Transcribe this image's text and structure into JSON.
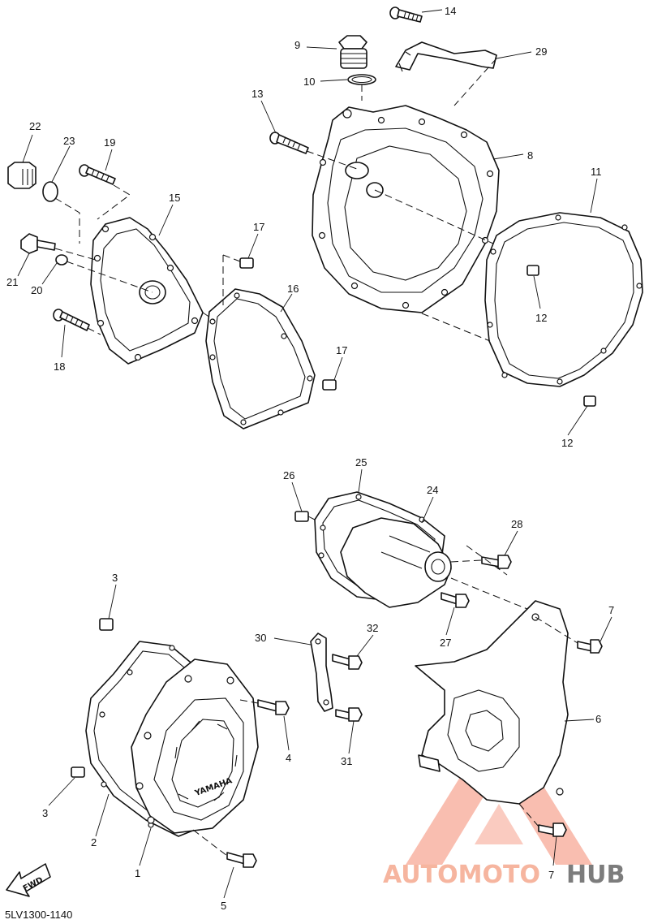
{
  "diagram": {
    "part_code": "5LV1300-1140",
    "brand_label": "YAMAHA",
    "direction_label": "FWD",
    "callouts": [
      {
        "id": "c14a",
        "label": "14"
      },
      {
        "id": "c9",
        "label": "9"
      },
      {
        "id": "c29",
        "label": "29"
      },
      {
        "id": "c10",
        "label": "10"
      },
      {
        "id": "c13",
        "label": "13"
      },
      {
        "id": "c8",
        "label": "8"
      },
      {
        "id": "c22",
        "label": "22"
      },
      {
        "id": "c23",
        "label": "23"
      },
      {
        "id": "c19",
        "label": "19"
      },
      {
        "id": "c15",
        "label": "15"
      },
      {
        "id": "c11",
        "label": "11"
      },
      {
        "id": "c17a",
        "label": "17"
      },
      {
        "id": "c21",
        "label": "21"
      },
      {
        "id": "c20",
        "label": "20"
      },
      {
        "id": "c16",
        "label": "16"
      },
      {
        "id": "c12a",
        "label": "12"
      },
      {
        "id": "c18",
        "label": "18"
      },
      {
        "id": "c17b",
        "label": "17"
      },
      {
        "id": "c12b",
        "label": "12"
      },
      {
        "id": "c26",
        "label": "26"
      },
      {
        "id": "c25",
        "label": "25"
      },
      {
        "id": "c24",
        "label": "24"
      },
      {
        "id": "c28",
        "label": "28"
      },
      {
        "id": "c3a",
        "label": "3"
      },
      {
        "id": "c7a",
        "label": "7"
      },
      {
        "id": "c30",
        "label": "30"
      },
      {
        "id": "c32",
        "label": "32"
      },
      {
        "id": "c27",
        "label": "27"
      },
      {
        "id": "c6",
        "label": "6"
      },
      {
        "id": "c4",
        "label": "4"
      },
      {
        "id": "c31",
        "label": "31"
      },
      {
        "id": "c3b",
        "label": "3"
      },
      {
        "id": "c2",
        "label": "2"
      },
      {
        "id": "c1",
        "label": "1"
      },
      {
        "id": "c5",
        "label": "5"
      },
      {
        "id": "c7b",
        "label": "7"
      }
    ]
  },
  "watermark": {
    "part1": "AUTOMOTO",
    "part2": "HUB",
    "color_primary": "#f59a84",
    "color_secondary": "#555555",
    "triangle_color": "#f28a78"
  }
}
